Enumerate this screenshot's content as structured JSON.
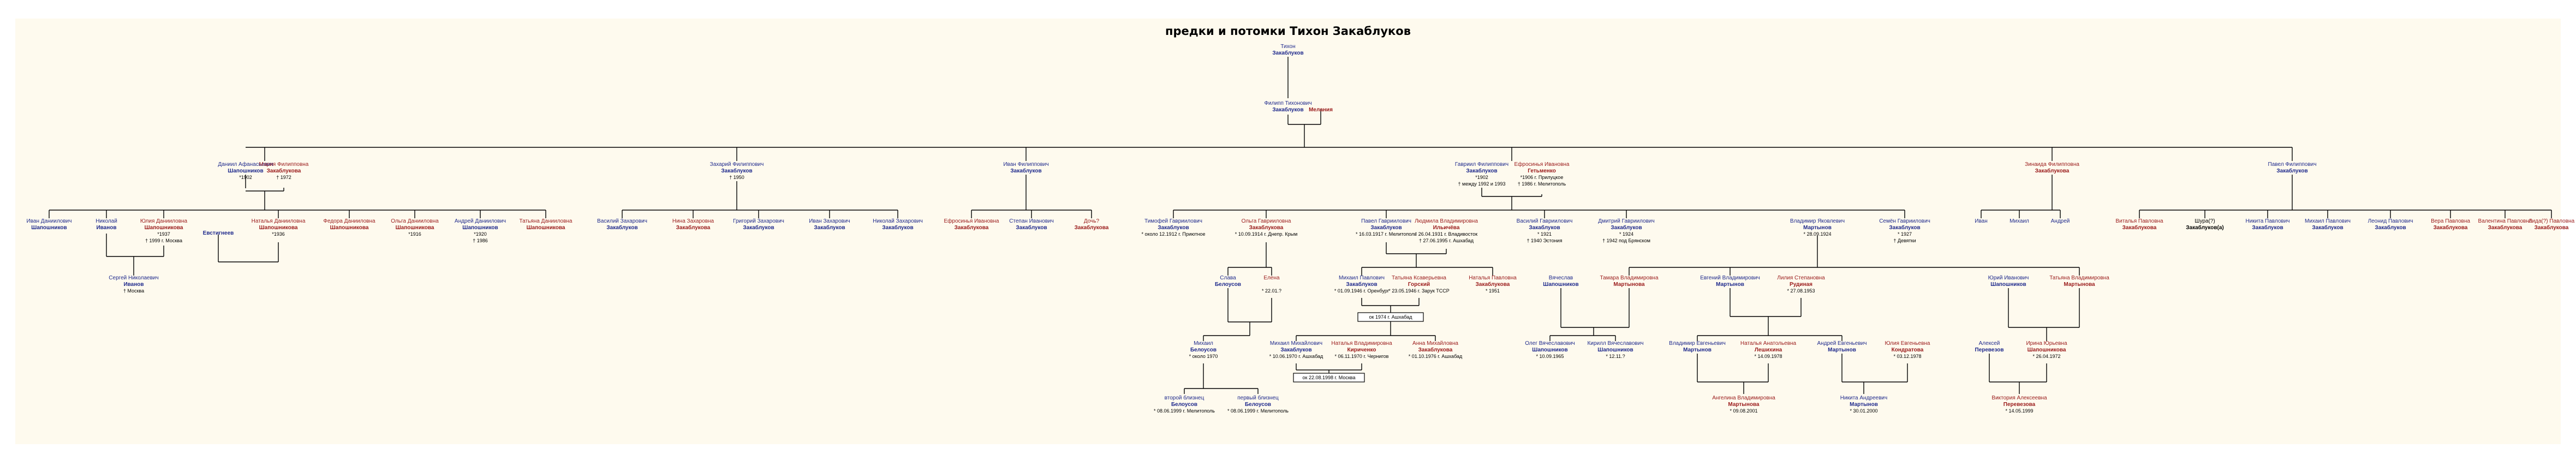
{
  "title": "предки и потомки Тихон Закаблуков",
  "colors": {
    "background": "#fefaee",
    "male": "#1f2a8c",
    "female": "#9a1a1a",
    "lines": "#000000"
  },
  "people": {
    "tikhon": {
      "g": "m",
      "l": [
        "Тихон",
        "Закаблуков"
      ]
    },
    "filipp": {
      "g": "m",
      "l": [
        "Филипп Тихонович",
        "Закаблуков"
      ]
    },
    "melania": {
      "g": "f",
      "l": [
        "",
        "Мелания"
      ]
    },
    "daniil": {
      "g": "m",
      "l": [
        "Даниил Афанасьевич",
        "Шапошников",
        "*1902"
      ]
    },
    "mariya_f": {
      "g": "f",
      "l": [
        "Мария Филипповна",
        "Закаблукова",
        "† 1972"
      ]
    },
    "zakhar": {
      "g": "m",
      "l": [
        "Захарий Филиппович",
        "Закаблуков",
        "† 1950"
      ]
    },
    "ivan_f": {
      "g": "m",
      "l": [
        "Иван Филиппович",
        "Закаблуков"
      ]
    },
    "gavriil": {
      "g": "m",
      "l": [
        "Гавриил Филиппович",
        "Закаблуков",
        "*1902",
        "† между 1992 и 1993"
      ]
    },
    "efrosinya_g": {
      "g": "f",
      "l": [
        "Ефросинья Ивановна",
        "Гетьменко",
        "*1906 г. Прилуцкое",
        "† 1986 г. Мелитополь"
      ]
    },
    "zinaida": {
      "g": "f",
      "l": [
        "Зинаида Филипповна",
        "Закаблукова"
      ]
    },
    "pavel_f": {
      "g": "m",
      "l": [
        "Павел Филиппович",
        "Закаблуков"
      ]
    },
    "ivan_d": {
      "g": "m",
      "l": [
        "Иван Даниилович",
        "Шапошников"
      ]
    },
    "nikolay_i": {
      "g": "m",
      "l": [
        "Николай",
        "Иванов"
      ]
    },
    "yulia_d": {
      "g": "f",
      "l": [
        "Юлия Данииловна",
        "Шапошникова",
        "*1937",
        "† 1999 г. Москва"
      ]
    },
    "evstignei": {
      "g": "m",
      "l": [
        "",
        "Евстигнеев"
      ]
    },
    "natalia_d": {
      "g": "f",
      "l": [
        "Наталья Данииловна",
        "Шапошникова",
        "*1936"
      ]
    },
    "fedora": {
      "g": "f",
      "l": [
        "Федора Данииловна",
        "Шапошникова"
      ]
    },
    "olga_d": {
      "g": "f",
      "l": [
        "Ольга Данииловна",
        "Шапошникова",
        "*1916"
      ]
    },
    "andrey_d": {
      "g": "m",
      "l": [
        "Андрей Даниилович",
        "Шапошников",
        "*1920",
        "† 1986"
      ]
    },
    "tatiana_d": {
      "g": "f",
      "l": [
        "Татьяна Данииловна",
        "Шапошникова"
      ]
    },
    "sergey_n": {
      "g": "m",
      "l": [
        "Сергей Николаевич",
        "Иванов",
        "† Москва"
      ]
    },
    "vasiliy_z": {
      "g": "m",
      "l": [
        "Василий Захарович",
        "Закаблуков"
      ]
    },
    "nina_z": {
      "g": "f",
      "l": [
        "Нина Захаровна",
        "Закаблукова"
      ]
    },
    "grigoriy_z": {
      "g": "m",
      "l": [
        "Григорий Захарович",
        "Закаблуков"
      ]
    },
    "ivan_z": {
      "g": "m",
      "l": [
        "Иван Захарович",
        "Закаблуков"
      ]
    },
    "nikolay_z": {
      "g": "m",
      "l": [
        "Николай Захарович",
        "Закаблуков"
      ]
    },
    "efrosinya_i": {
      "g": "f",
      "l": [
        "Ефросинья Ивановна",
        "Закаблукова"
      ]
    },
    "stepan_i": {
      "g": "m",
      "l": [
        "Степан Иванович",
        "Закаблуков"
      ]
    },
    "dochka_i": {
      "g": "f",
      "l": [
        "Дочь?",
        "Закаблукова"
      ]
    },
    "timofey_g": {
      "g": "m",
      "l": [
        "Тимофей Гавриилович",
        "Закаблуков",
        "* около 12.1912 г. Приютное"
      ]
    },
    "olga_g": {
      "g": "f",
      "l": [
        "Ольга Гаврииловна",
        "Закаблукова",
        "* 10.09.1914 г. Днепр. Крым"
      ]
    },
    "pavel_g": {
      "g": "m",
      "l": [
        "Павел Гавриилович",
        "Закаблуков",
        "* 16.03.1917 г. Мелитополь"
      ]
    },
    "lyudmila": {
      "g": "f",
      "l": [
        "Людмила Владимировна",
        "Ильичёва",
        "* 26.04.1931 г. Владивосток",
        "† 27.06.1995 г. Ашхабад"
      ]
    },
    "vasiliy_g": {
      "g": "m",
      "l": [
        "Василий Гавриилович",
        "Закаблуков",
        "* 1921",
        "† 1940 Эстония"
      ]
    },
    "dmitriy_g": {
      "g": "m",
      "l": [
        "Дмитрий Гавриилович",
        "Закаблуков",
        "* 1924",
        "† 1942 под Брянском"
      ]
    },
    "vladimir_ya": {
      "g": "m",
      "l": [
        "Владимир Яковлевич",
        "Мартынов",
        "* 28.09.1924"
      ]
    },
    "semen_g": {
      "g": "m",
      "l": [
        "Семён Гавриилович",
        "Закаблуков",
        "* 1927",
        "† Девятки"
      ]
    },
    "ivan_zn": {
      "g": "m",
      "l": [
        "Иван",
        ""
      ]
    },
    "mikhail_zn": {
      "g": "m",
      "l": [
        "Михаил",
        ""
      ]
    },
    "andrey_zn": {
      "g": "m",
      "l": [
        "Андрей",
        ""
      ]
    },
    "valentina_p": {
      "g": "f",
      "l": [
        "Виталья Павловна",
        "Закаблукова"
      ]
    },
    "shura": {
      "g": "n",
      "l": [
        "Шура(?)",
        "Закаблуков(а)"
      ]
    },
    "nikita_p": {
      "g": "m",
      "l": [
        "Никита Павлович",
        "Закаблуков"
      ]
    },
    "mikhail_p": {
      "g": "m",
      "l": [
        "Михаил Павлович",
        "Закаблуков"
      ]
    },
    "leonid_p": {
      "g": "m",
      "l": [
        "Леонид Павлович",
        "Закаблуков"
      ]
    },
    "vera_p": {
      "g": "f",
      "l": [
        "Вера Павловна",
        "Закаблукова"
      ]
    },
    "valentina_p2": {
      "g": "f",
      "l": [
        "Валентина Павловна",
        "Закаблукова"
      ]
    },
    "lida_p": {
      "g": "f",
      "l": [
        "Лида(?) Павловна",
        "Закаблукова"
      ]
    },
    "slava": {
      "g": "m",
      "l": [
        "Слава",
        "Белоусов"
      ]
    },
    "elena": {
      "g": "f",
      "l": [
        "Елена",
        "",
        "* 22.01.?"
      ]
    },
    "mikhail_pz": {
      "g": "m",
      "l": [
        "Михаил Павлович",
        "Закаблуков",
        "* 01.09.1946 г. Оренбург"
      ]
    },
    "tatiana_k": {
      "g": "f",
      "l": [
        "Татьяна Ксаверьевна",
        "Горский",
        "* 23.05.1946 г. Зарук ТССР"
      ]
    },
    "natalia_p": {
      "g": "f",
      "l": [
        "Наталья Павловна",
        "Закаблукова",
        "* 1951"
      ]
    },
    "vyacheslav": {
      "g": "m",
      "l": [
        "Вячеслав",
        "Шапошников"
      ]
    },
    "tamara": {
      "g": "f",
      "l": [
        "Тамара Владимировна",
        "Мартынова"
      ]
    },
    "evgeniy_v": {
      "g": "m",
      "l": [
        "Евгений Владимирович",
        "Мартынов"
      ]
    },
    "liliya": {
      "g": "f",
      "l": [
        "Лилия Степановна",
        "Рудиная",
        "* 27.08.1953"
      ]
    },
    "yuriy_i": {
      "g": "m",
      "l": [
        "Юрий Иванович",
        "Шапошников"
      ]
    },
    "tatiana_v": {
      "g": "f",
      "l": [
        "Татьяна Владимировна",
        "Мартынова"
      ]
    },
    "mikhail_b": {
      "g": "m",
      "l": [
        "Михаил",
        "Белоусов",
        "* около 1970"
      ]
    },
    "mikhail_mz": {
      "g": "m",
      "l": [
        "Михаил Михайлович",
        "Закаблуков",
        "* 10.06.1970 г. Ашхабад"
      ]
    },
    "natalia_vk": {
      "g": "f",
      "l": [
        "Наталья Владимировна",
        "Кириченко",
        "* 06.11.1970 г. Чернигов"
      ]
    },
    "anna_v": {
      "g": "f",
      "l": [
        "Анна Михайловна",
        "Закаблукова",
        "* 01.10.1976 г. Ашхабад"
      ]
    },
    "oleg_v": {
      "g": "m",
      "l": [
        "Олег Вячеславович",
        "Шапошников",
        "* 10.09.1965"
      ]
    },
    "kirill_v": {
      "g": "m",
      "l": [
        "Кирилл Вячеславович",
        "Шапошников",
        "* 12.11.?"
      ]
    },
    "vladimir_e": {
      "g": "m",
      "l": [
        "Владимир Евгеньевич",
        "Мартынов"
      ]
    },
    "natalia_e": {
      "g": "f",
      "l": [
        "Наталья Анатольевна",
        "Лешихина",
        "* 14.09.1978"
      ]
    },
    "andrey_e": {
      "g": "m",
      "l": [
        "Андрей Евгеньевич",
        "Мартынов"
      ]
    },
    "yulia_e": {
      "g": "f",
      "l": [
        "Юлия Евгеньевна",
        "Кондратова",
        "* 03.12.1978"
      ]
    },
    "aleksey_p": {
      "g": "m",
      "l": [
        "Алексей",
        "Перевезов"
      ]
    },
    "irina_yu": {
      "g": "f",
      "l": [
        "Ирина Юрьевна",
        "Шапошникова",
        "* 26.04.1972"
      ]
    },
    "twin1": {
      "g": "m",
      "l": [
        "второй близнец",
        "Белоусов",
        "* 08.06.1999 г. Мелитополь"
      ]
    },
    "twin2": {
      "g": "m",
      "l": [
        "первый близнец",
        "Белоусов",
        "* 08.06.1999 г. Мелитополь"
      ]
    },
    "angelina": {
      "g": "f",
      "l": [
        "Ангелина Владимировна",
        "Мартынова",
        "* 09.08.2001"
      ]
    },
    "nikita_a": {
      "g": "m",
      "l": [
        "Никита Андреевич",
        "Мартынов",
        "* 30.01.2000"
      ]
    },
    "viktoria": {
      "g": "f",
      "l": [
        "Виктория Алексеевна",
        "Перевезова",
        "* 14.05.1999"
      ]
    }
  },
  "marriages": {
    "m1": "ок 1974 г. Ашхабад",
    "m2": "ок 22.08.1998 г. Москва"
  }
}
